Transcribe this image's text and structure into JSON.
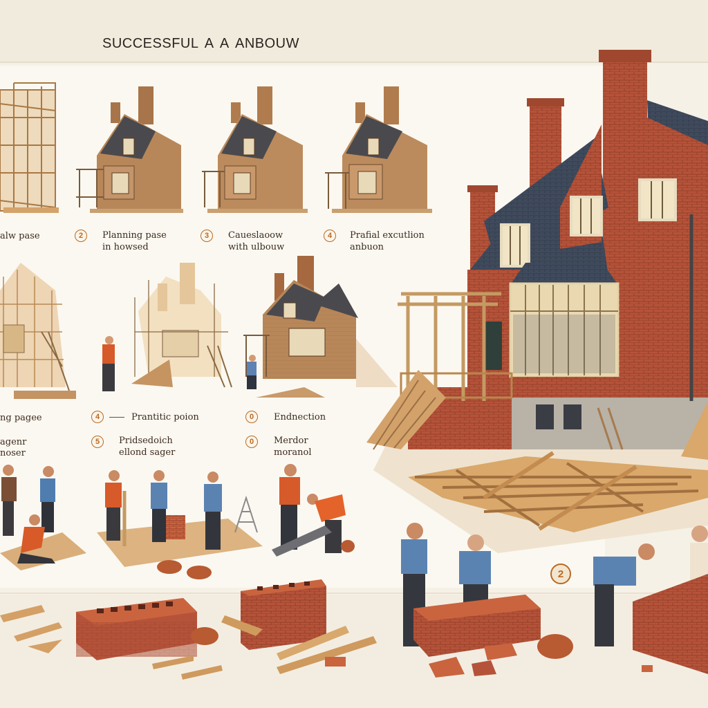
{
  "header": {
    "title": "SUCCESSFUL A A ANBOUW"
  },
  "row1_captions": [
    {
      "badge": "",
      "lines": [
        "alw pase"
      ]
    },
    {
      "badge": "2",
      "lines": [
        "Planning pase",
        "in howsed"
      ]
    },
    {
      "badge": "3",
      "lines": [
        "Caueslaoow",
        "with ulbouw"
      ]
    },
    {
      "badge": "4",
      "lines": [
        "Prafial excutlion",
        "anbuon"
      ]
    }
  ],
  "row2_captions": [
    {
      "badge": "",
      "lines": [
        "ng pagee",
        "agenr",
        "noser"
      ]
    },
    {
      "badge": "4",
      "lines": [
        "Prantitic poion"
      ]
    },
    {
      "badge": "5",
      "lines": [
        "Pridsedoich",
        "ellond sager"
      ]
    },
    {
      "badge": "0",
      "lines": [
        "Endnection"
      ]
    },
    {
      "badge": "0",
      "lines": [
        "Merdor",
        "moranol"
      ]
    }
  ],
  "side_badge": "2",
  "colors": {
    "paper": "#f6f1e6",
    "brick": "#b5533a",
    "brick_dark": "#8e3b26",
    "wood": "#d9a86a",
    "roof": "#3f4a5c",
    "accent": "#b86a24"
  }
}
